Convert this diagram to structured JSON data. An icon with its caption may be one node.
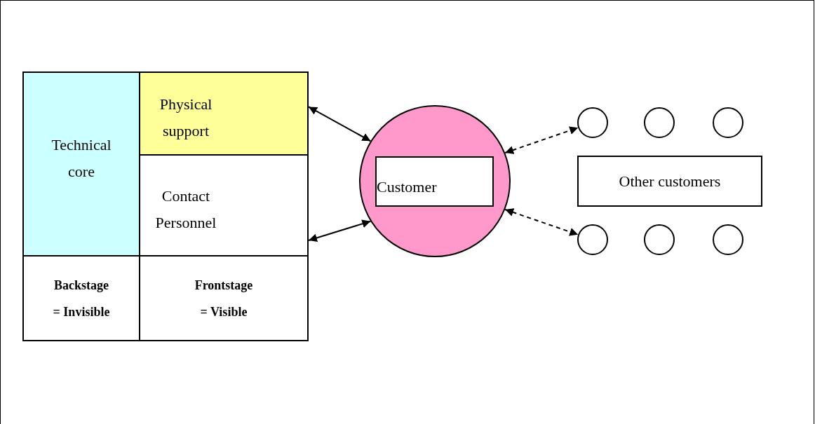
{
  "diagram": {
    "nodes": [
      {
        "text": [
          "Technical core"
        ]
      },
      {
        "text": [
          "Physical support"
        ]
      },
      {
        "text": [
          "Contact Personnel"
        ]
      },
      {
        "text": [
          "Backstage = Invisible"
        ]
      },
      {
        "text": [
          "Frontstage = Visible"
        ]
      },
      {
        "text": [],
        "shape": "circle"
      },
      {
        "text": [
          "Customer"
        ],
        "in": 5
      },
      {
        "text": [
          "Other customers"
        ]
      },
      {
        "text": [],
        "shape": "circle"
      },
      {
        "text": [],
        "shape": "circle"
      },
      {
        "text": [],
        "shape": "circle"
      },
      {
        "text": [],
        "shape": "circle"
      },
      {
        "text": [],
        "shape": "circle"
      },
      {
        "text": [],
        "shape": "circle"
      }
    ],
    "edges": [
      {
        "from": 1,
        "to": 5,
        "arrow": "both"
      },
      {
        "from": 2,
        "to": 5,
        "arrow": "both"
      },
      {
        "from": 5,
        "to": 8,
        "arrow": "both",
        "style": "dashed"
      },
      {
        "from": 5,
        "to": 11,
        "arrow": "both",
        "style": "dashed"
      }
    ]
  }
}
